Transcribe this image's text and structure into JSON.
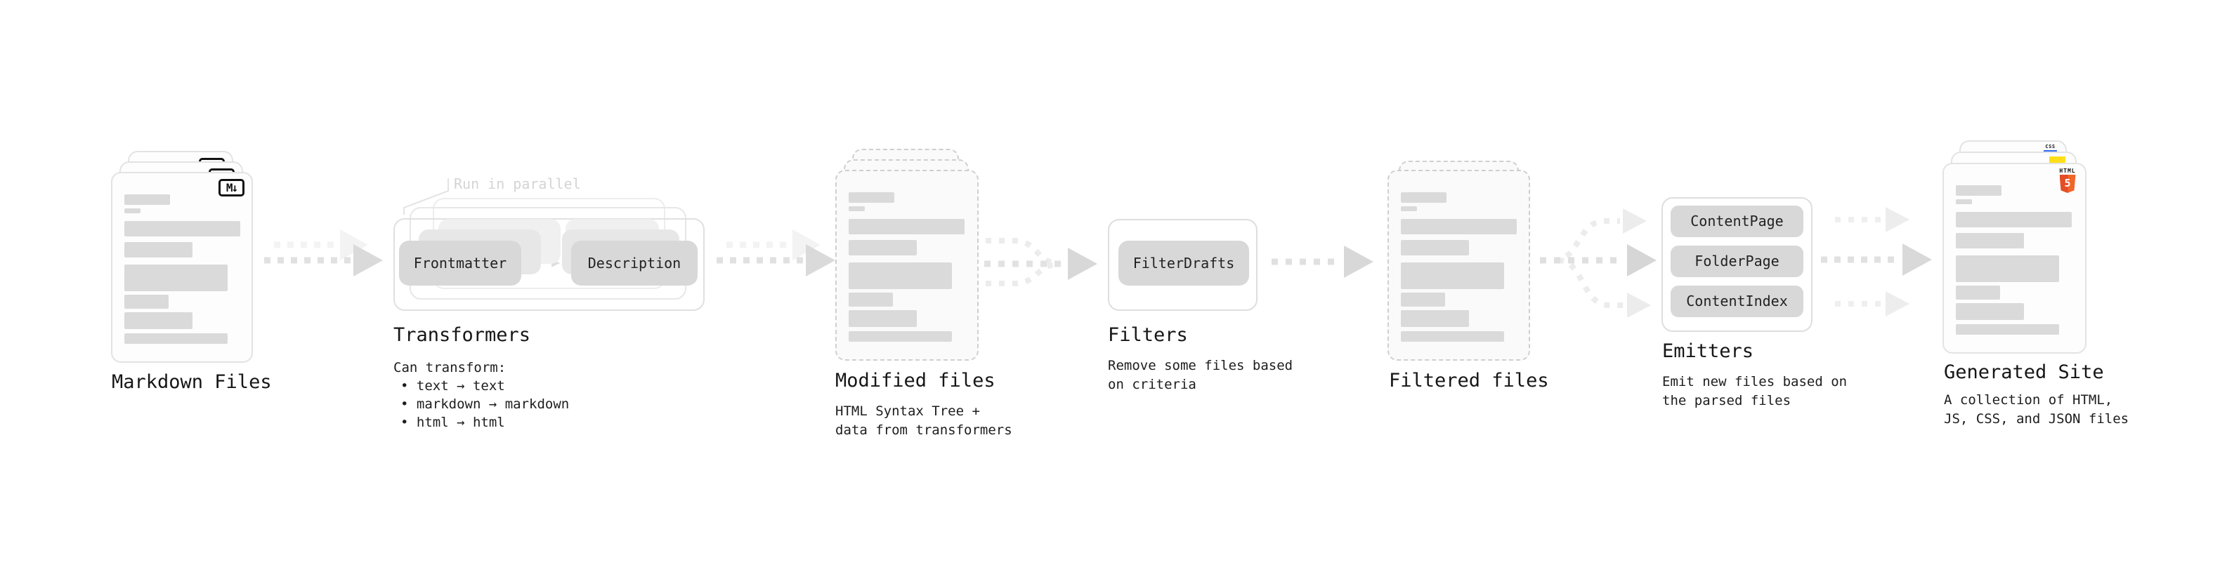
{
  "diagram": {
    "markdown_files": {
      "title": "Markdown Files",
      "icon_label": "M↓"
    },
    "transformers": {
      "note": "Run in parallel",
      "chip_left": "Frontmatter",
      "chip_right": "Description",
      "title": "Transformers",
      "desc_heading": "Can transform:",
      "bullets": [
        "• text → text",
        "• markdown → markdown",
        "• html → html"
      ]
    },
    "modified_files": {
      "title": "Modified files",
      "desc": "HTML Syntax Tree +\ndata from transformers"
    },
    "filters": {
      "title": "Filters",
      "chip": "FilterDrafts",
      "desc": "Remove some files based\non criteria"
    },
    "filtered_files": {
      "title": "Filtered files"
    },
    "emitters": {
      "title": "Emitters",
      "chips": [
        "ContentPage",
        "FolderPage",
        "ContentIndex"
      ],
      "desc": "Emit new files based on\nthe parsed files"
    },
    "generated_site": {
      "title": "Generated Site",
      "desc": "A collection of HTML,\nJS, CSS, and JSON files",
      "badge_html_label": "HTML",
      "badge_html_number": "5",
      "badge_css_label": "CSS"
    }
  },
  "colors": {
    "arrow_main": "#e1e1e1",
    "arrow_head": "#d8d8d8",
    "arrow_ghost": "#f1f1f1",
    "chip_bg": "#d8d8d8",
    "html5_orange": "#e44d26",
    "js_yellow": "#ffdf1a",
    "css_blue": "#2d6cf0"
  }
}
